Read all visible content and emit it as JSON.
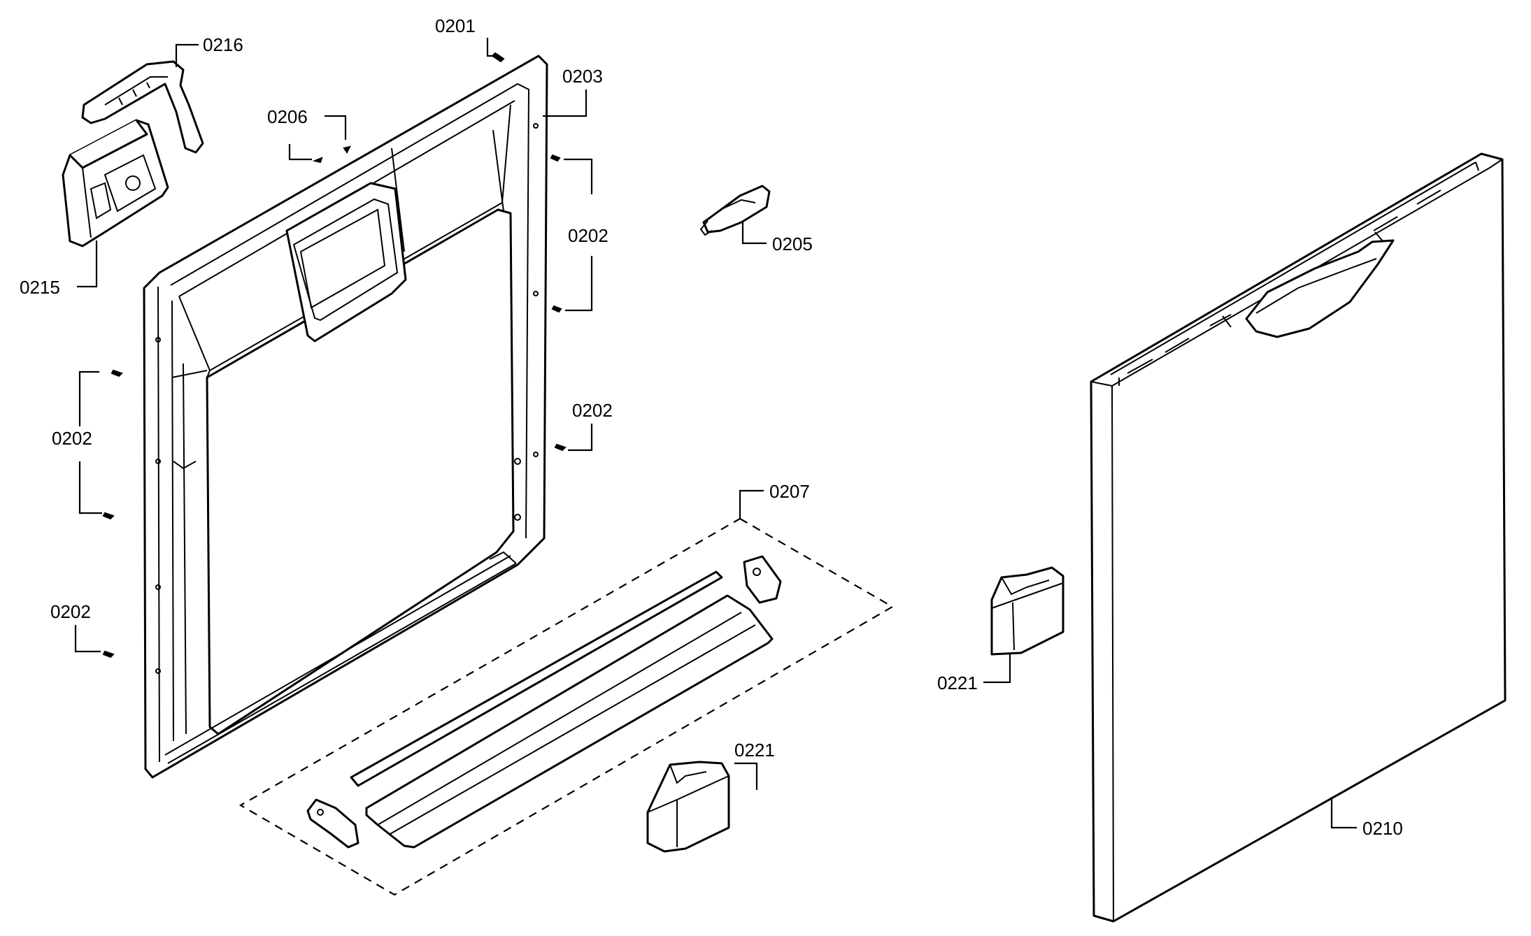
{
  "diagram": {
    "callouts": {
      "c0201": "0201",
      "c0216": "0216",
      "c0203": "0203",
      "c0206": "0206",
      "c0202_right_top": "0202",
      "c0205": "0205",
      "c0215": "0215",
      "c0202_left_mid": "0202",
      "c0202_right_mid": "0202",
      "c0207": "0207",
      "c0202_left_bottom": "0202",
      "c0221_right": "0221",
      "c0221_bottom": "0221",
      "c0210": "0210"
    },
    "colors": {
      "line": "#000000",
      "background": "#ffffff"
    }
  }
}
